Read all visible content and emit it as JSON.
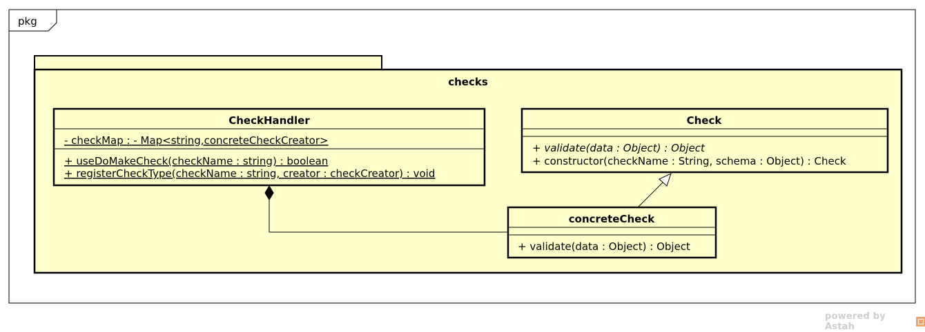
{
  "frame": {
    "label": "pkg"
  },
  "package": {
    "name": "checks"
  },
  "classes": {
    "check_handler": {
      "name": "CheckHandler",
      "attributes": [
        "- checkMap : - Map<string,concreteCheckCreator>"
      ],
      "operations": [
        "+ useDoMakeCheck(checkName : string) : boolean",
        "+ registerCheckType(checkName : string, creator : checkCreator) : void"
      ]
    },
    "check": {
      "name": "Check",
      "operations": [
        "+ validate(data : Object) : Object",
        "+ constructor(checkName : String, schema : Object) : Check"
      ]
    },
    "concrete_check": {
      "name": "concreteCheck",
      "operations": [
        "+ validate(data : Object) : Object"
      ]
    }
  },
  "relations": {
    "composition": "CheckHandler ◆— concreteCheck",
    "generalization": "concreteCheck —▷ Check"
  },
  "watermark": {
    "text": "powered by Astah",
    "logo_icon": "astah-logo-icon"
  },
  "colors": {
    "package_fill": "#ffffcc",
    "stroke": "#000000",
    "watermark": "#cdcdcd"
  }
}
